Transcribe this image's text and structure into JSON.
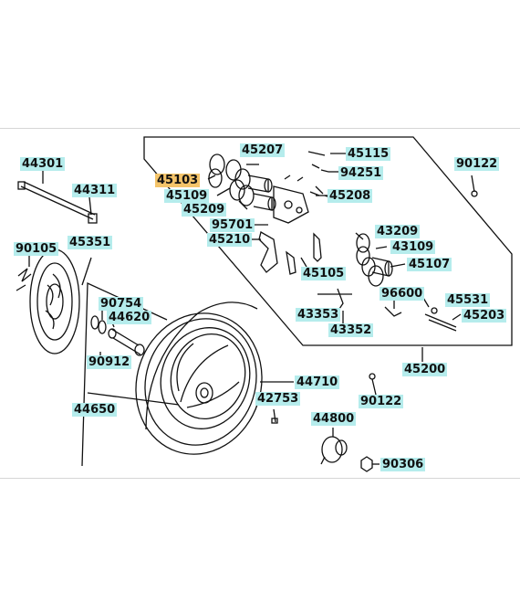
{
  "diagram": {
    "selected_part": "45103",
    "highlight_color": "#f4c46a",
    "label_color": "#b5ecec",
    "parts": {
      "p44301": "44301",
      "p44311": "44311",
      "p90105": "90105",
      "p45351": "45351",
      "p90754": "90754",
      "p44620": "44620",
      "p90912": "90912",
      "p44650": "44650",
      "p45207": "45207",
      "p45115": "45115",
      "p94251": "94251",
      "p45103": "45103",
      "p45109": "45109",
      "p45208": "45208",
      "p45209": "45209",
      "p95701": "95701",
      "p45210": "45210",
      "p43209": "43209",
      "p43109": "43109",
      "p45107": "45107",
      "p45105": "45105",
      "p96600": "96600",
      "p45531": "45531",
      "p43353": "43353",
      "p45203": "45203",
      "p43352": "43352",
      "p45200": "45200",
      "p90122a": "90122",
      "p90122b": "90122",
      "p44710": "44710",
      "p42753": "42753",
      "p44800": "44800",
      "p90306": "90306"
    }
  }
}
